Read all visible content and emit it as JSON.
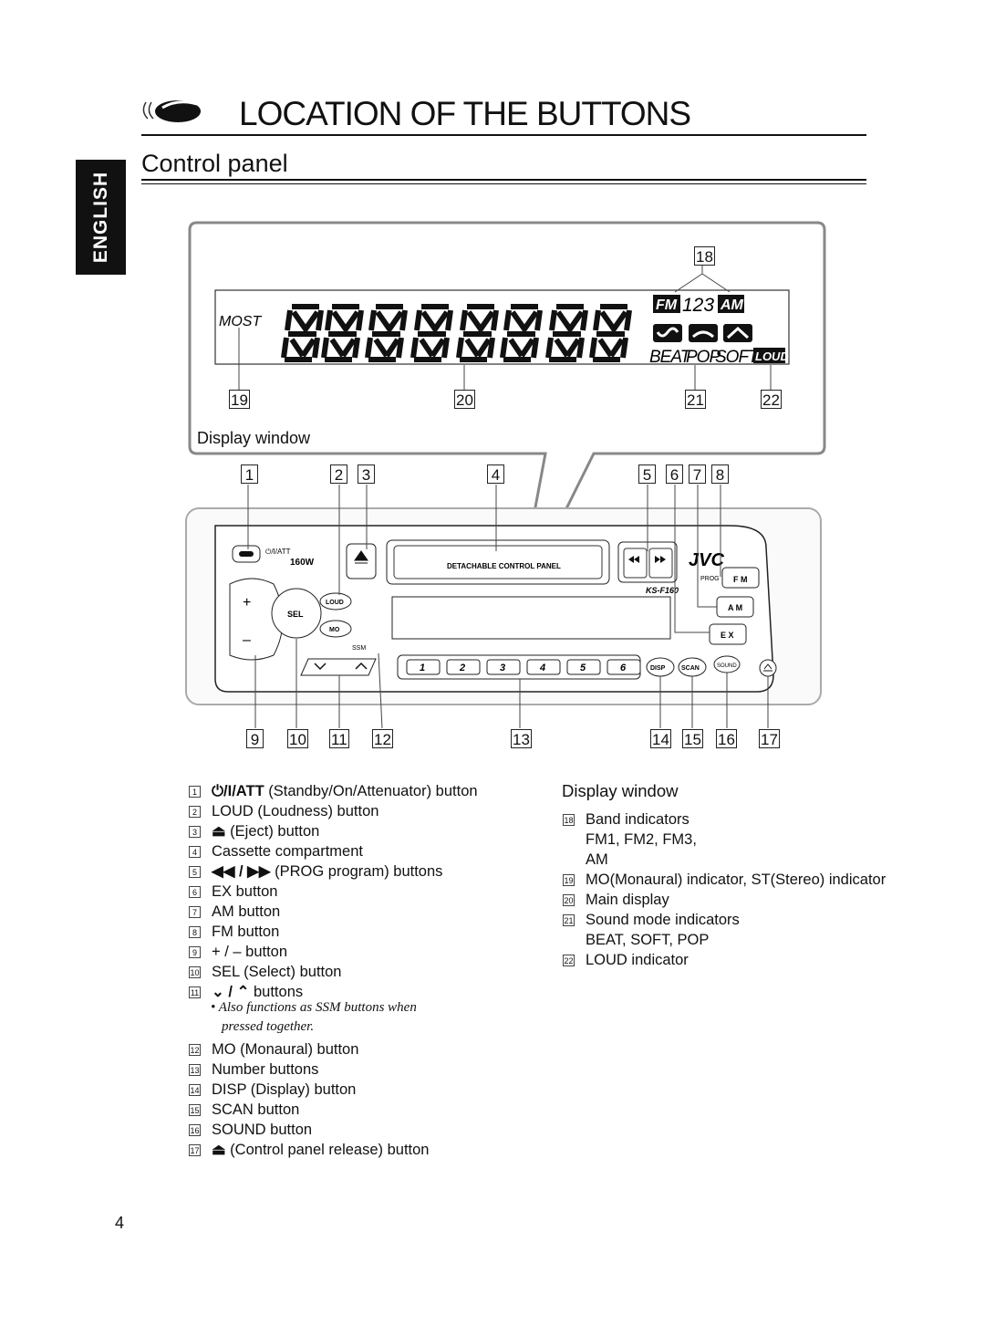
{
  "header": {
    "title": "LOCATION OF THE BUTTONS",
    "subtitle": "Control panel",
    "language_tab": "ENGLISH"
  },
  "display": {
    "most_label": "MOST",
    "band_fm": "FM",
    "band_numbers": "123",
    "band_am": "AM",
    "sound_beat": "BEAT",
    "sound_pop": "POP",
    "sound_soft": "SOFT",
    "loud_label": "LOUD",
    "window_label": "Display window"
  },
  "callouts": {
    "c1": "1",
    "c2": "2",
    "c3": "3",
    "c4": "4",
    "c5": "5",
    "c6": "6",
    "c7": "7",
    "c8": "8",
    "c9": "9",
    "c10": "10",
    "c11": "11",
    "c12": "12",
    "c13": "13",
    "c14": "14",
    "c15": "15",
    "c16": "16",
    "c17": "17",
    "c18": "18",
    "c19": "19",
    "c20": "20",
    "c21": "21",
    "c22": "22"
  },
  "unit": {
    "att_label": "⏻/I/ATT",
    "power_label": "160W",
    "detachable_label": "DETACHABLE CONTROL PANEL",
    "brand": "JVC",
    "prog_label": "PROG",
    "model": "KS-F160",
    "fm_btn": "F M",
    "am_btn": "A M",
    "ex_btn": "E X",
    "sel_btn": "SEL",
    "loud_btn": "LOUD",
    "mo_btn": "MO",
    "ssm_label": "SSM",
    "plus": "+",
    "minus": "–",
    "presets": [
      "1",
      "2",
      "3",
      "4",
      "5",
      "6"
    ],
    "disp_btn": "DISP",
    "scan_btn": "SCAN",
    "sound_btn": "SOUND"
  },
  "left_list": [
    {
      "n": "1",
      "sym": "⏻/I/ATT",
      "text": " (Standby/On/Attenuator) button"
    },
    {
      "n": "2",
      "sym": "",
      "text": "LOUD (Loudness) button"
    },
    {
      "n": "3",
      "sym": "⏏",
      "text": " (Eject) button"
    },
    {
      "n": "4",
      "sym": "",
      "text": "Cassette compartment"
    },
    {
      "n": "5",
      "sym": "◀◀ / ▶▶",
      "text": " (PROG program) buttons"
    },
    {
      "n": "6",
      "sym": "",
      "text": "EX button"
    },
    {
      "n": "7",
      "sym": "",
      "text": "AM button"
    },
    {
      "n": "8",
      "sym": "",
      "text": "FM button"
    },
    {
      "n": "9",
      "sym": "",
      "text": "+ / – button"
    },
    {
      "n": "10",
      "sym": "",
      "text": "SEL (Select) button"
    },
    {
      "n": "11",
      "sym": "⌄ / ⌃",
      "text": " buttons"
    },
    {
      "n": "12",
      "sym": "",
      "text": "MO (Monaural) button"
    },
    {
      "n": "13",
      "sym": "",
      "text": "Number buttons"
    },
    {
      "n": "14",
      "sym": "",
      "text": "DISP (Display) button"
    },
    {
      "n": "15",
      "sym": "",
      "text": "SCAN button"
    },
    {
      "n": "16",
      "sym": "",
      "text": "SOUND button"
    },
    {
      "n": "17",
      "sym": "⏏",
      "text": " (Control panel release) button"
    }
  ],
  "note_line1": "• Also functions as SSM buttons when",
  "note_line2": "pressed together.",
  "right_heading": "Display window",
  "right_list": [
    {
      "n": "18",
      "text": "Band indicators"
    },
    {
      "n": "",
      "text": "FM1, FM2, FM3,"
    },
    {
      "n": "",
      "text": "AM"
    },
    {
      "n": "19",
      "text": "MO(Monaural) indicator, ST(Stereo) indicator"
    },
    {
      "n": "20",
      "text": "Main display"
    },
    {
      "n": "21",
      "text": "Sound mode indicators"
    },
    {
      "n": "",
      "text": "BEAT, SOFT, POP"
    },
    {
      "n": "22",
      "text": "LOUD indicator"
    }
  ],
  "page_number": "4"
}
